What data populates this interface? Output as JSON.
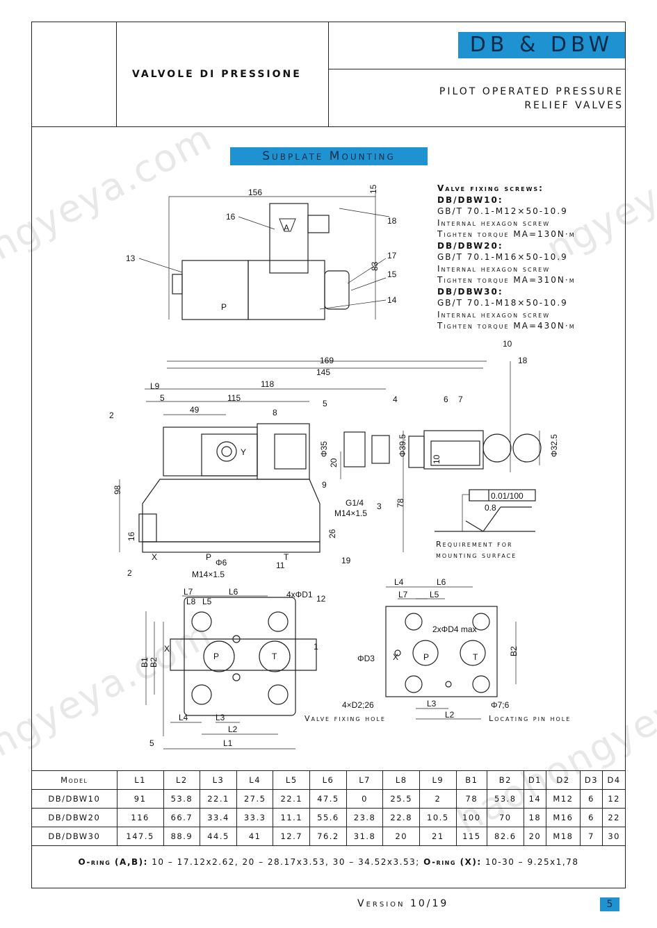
{
  "header": {
    "left_title": "VALVOLE DI PRESSIONE",
    "brand": "DB & DBW",
    "subtitle_line1": "PILOT OPERATED PRESSURE",
    "subtitle_line2": "RELIEF VALVES"
  },
  "section_title": "Subplate Mounting",
  "watermarks": [
    "ngyeya.com",
    "ngyeya.com",
    "haohongyey",
    "ngyey"
  ],
  "screws": {
    "title": "Valve fixing screws:",
    "items": [
      {
        "model": "DB/DBW10:",
        "spec": "GB/T 70.1-M12×50-10.9",
        "type": "Internal hexagon screw",
        "torque": "Tighten torque MA=130N·m"
      },
      {
        "model": "DB/DBW20:",
        "spec": "GB/T 70.1-M16×50-10.9",
        "type": "Internal hexagon screw",
        "torque": "Tighten torque MA=310N·m"
      },
      {
        "model": "DB/DBW30:",
        "spec": "GB/T 70.1-M18×50-10.9",
        "type": "Internal hexagon screw",
        "torque": "Tighten torque MA=430N·m"
      }
    ]
  },
  "drawing_labels": {
    "top": [
      "156",
      "15",
      "16",
      "18",
      "13",
      "17",
      "15",
      "83",
      "14",
      "A",
      "P"
    ],
    "middle": [
      "169",
      "145",
      "10",
      "18",
      "L9",
      "118",
      "5",
      "115",
      "4",
      "6",
      "7",
      "49",
      "8",
      "5",
      "2",
      "Φ35",
      "Φ39.5",
      "Φ32.5",
      "Y",
      "20",
      "10",
      "9",
      "98",
      "G1/4",
      "3",
      "M14×1.5",
      "78",
      "26",
      "16",
      "P",
      "T",
      "Φ6",
      "11",
      "19",
      "X",
      "2",
      "M14×1.5"
    ],
    "bottom_left": [
      "L7",
      "L6",
      "4xΦD1",
      "12",
      "L8",
      "L5",
      "1",
      "B1",
      "B2",
      "X",
      "P",
      "T",
      "L4",
      "L3",
      "L2",
      "5",
      "L1"
    ],
    "bottom_right": [
      "L4",
      "L6",
      "L7",
      "L5",
      "2xΦD4 max",
      "ΦD3",
      "X",
      "P",
      "T",
      "B2",
      "4×D2;26",
      "L3",
      "Φ7;6",
      "L2"
    ]
  },
  "flatness": {
    "tolerance": "0.01/100",
    "roughness": "0.8",
    "caption_line1": "Requirement for",
    "caption_line2": "mounting surface"
  },
  "captions": {
    "valve_fixing_hole": "Valve fixing hole",
    "locating_pin_hole": "Locating pin hole"
  },
  "table": {
    "headers": [
      "Model",
      "L1",
      "L2",
      "L3",
      "L4",
      "L5",
      "L6",
      "L7",
      "L8",
      "L9",
      "B1",
      "B2",
      "D1",
      "D2",
      "D3",
      "D4"
    ],
    "rows": [
      [
        "DB/DBW10",
        "91",
        "53.8",
        "22.1",
        "27.5",
        "22.1",
        "47.5",
        "0",
        "25.5",
        "2",
        "78",
        "53.8",
        "14",
        "M12",
        "6",
        "12"
      ],
      [
        "DB/DBW20",
        "116",
        "66.7",
        "33.4",
        "33.3",
        "11.1",
        "55.6",
        "23.8",
        "22.8",
        "10.5",
        "100",
        "70",
        "18",
        "M16",
        "6",
        "22"
      ],
      [
        "DB/DBW30",
        "147.5",
        "88.9",
        "44.5",
        "41",
        "12.7",
        "76.2",
        "31.8",
        "20",
        "21",
        "115",
        "82.6",
        "20",
        "M18",
        "7",
        "30"
      ]
    ]
  },
  "oring": {
    "label1": "O-ring (A,B):",
    "text1": "10 – 17.12x2.62, 20 – 28.17x3.53, 30 – 34.52x3.53;",
    "label2": "O-ring (X):",
    "text2": "10-30 – 9.25x1,78"
  },
  "footer": {
    "version": "Version 10/19",
    "page": "5"
  }
}
